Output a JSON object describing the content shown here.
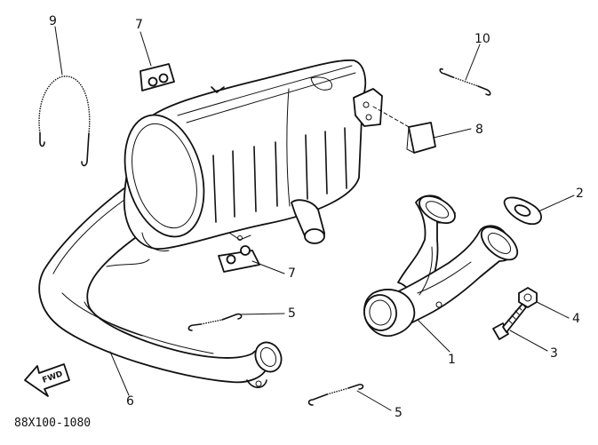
{
  "diagram": {
    "drawing_code": "88X100-1080",
    "direction_mark": "FWD",
    "callouts": [
      {
        "id": "c1",
        "label": "1"
      },
      {
        "id": "c2",
        "label": "2"
      },
      {
        "id": "c3",
        "label": "3"
      },
      {
        "id": "c4",
        "label": "4"
      },
      {
        "id": "c5a",
        "label": "5"
      },
      {
        "id": "c5b",
        "label": "5"
      },
      {
        "id": "c6",
        "label": "6"
      },
      {
        "id": "c7a",
        "label": "7"
      },
      {
        "id": "c7b",
        "label": "7"
      },
      {
        "id": "c8",
        "label": "8"
      },
      {
        "id": "c9",
        "label": "9"
      },
      {
        "id": "c10",
        "label": "10"
      }
    ]
  }
}
